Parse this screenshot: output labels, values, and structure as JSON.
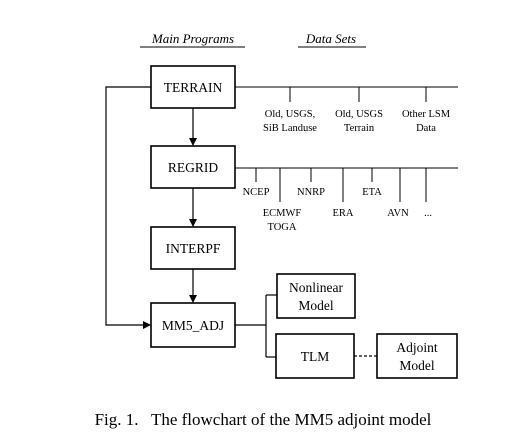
{
  "headers": {
    "main_programs": "Main Programs",
    "data_sets": "Data Sets"
  },
  "boxes": {
    "terrain": "TERRAIN",
    "regrid": "REGRID",
    "interpf": "INTERPF",
    "mm5_adj": "MM5_ADJ",
    "nonlinear_line1": "Nonlinear",
    "nonlinear_line2": "Model",
    "tlm": "TLM",
    "adjoint_line1": "Adjoint",
    "adjoint_line2": "Model"
  },
  "terrain_data": {
    "d1_line1": "Old, USGS,",
    "d1_line2": "SiB Landuse",
    "d2_line1": "Old, USGS",
    "d2_line2": "Terrain",
    "d3_line1": "Other LSM",
    "d3_line2": "Data"
  },
  "regrid_data": {
    "ncep": "NCEP",
    "nnrp": "NNRP",
    "eta": "ETA",
    "ecmwf": "ECMWF",
    "toga": "TOGA",
    "era": "ERA",
    "avn": "AVN",
    "more": "..."
  },
  "caption": "Fig. 1.   The flowchart of the MM5 adjoint model"
}
